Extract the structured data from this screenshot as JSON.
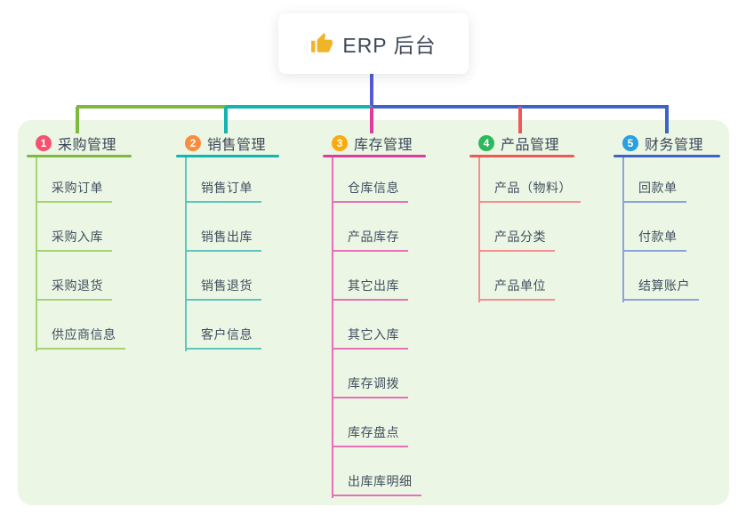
{
  "root": {
    "label": "ERP 后台",
    "icon": "thumbs-up-icon",
    "icon_color": "#f0b429"
  },
  "panel_background": "#ebf6e4",
  "root_connector_color": "#5559d2",
  "text_colors": {
    "heading": "#3c4858",
    "child": "#425060"
  },
  "branches": [
    {
      "number": "1",
      "label": "采购管理",
      "badge_color": "#f4526e",
      "line_color": "#7cb93e",
      "child_line_color": "#a8d375",
      "children": [
        "采购订单",
        "采购入库",
        "采购退货",
        "供应商信息"
      ]
    },
    {
      "number": "2",
      "label": "销售管理",
      "badge_color": "#fb8c3c",
      "line_color": "#10b6af",
      "child_line_color": "#5ec6bf",
      "children": [
        "销售订单",
        "销售出库",
        "销售退货",
        "客户信息"
      ]
    },
    {
      "number": "3",
      "label": "库存管理",
      "badge_color": "#fbaa0d",
      "line_color": "#e03a9e",
      "child_line_color": "#e970b8",
      "children": [
        "仓库信息",
        "产品库存",
        "其它出库",
        "其它入库",
        "库存调拨",
        "库存盘点",
        "出库库明细"
      ]
    },
    {
      "number": "4",
      "label": "产品管理",
      "badge_color": "#2cb95c",
      "line_color": "#f25757",
      "child_line_color": "#f59090",
      "children": [
        "产品（物料）",
        "产品分类",
        "产品单位"
      ]
    },
    {
      "number": "5",
      "label": "财务管理",
      "badge_color": "#2b9fe0",
      "line_color": "#3e63c8",
      "child_line_color": "#8aa4dc",
      "children": [
        "回款单",
        "付款单",
        "结算账户"
      ]
    }
  ]
}
